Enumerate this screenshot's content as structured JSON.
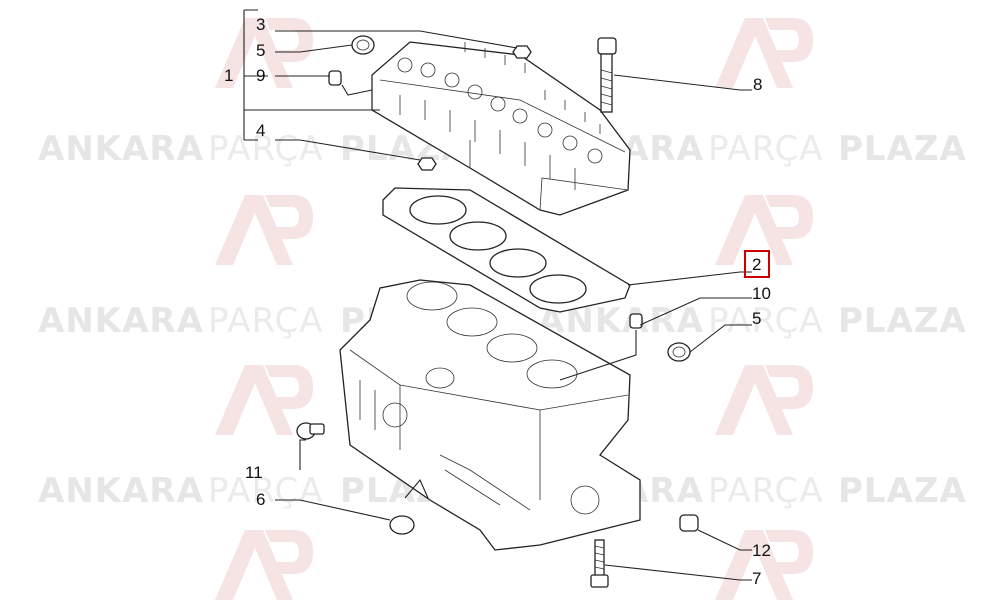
{
  "watermark": {
    "word1": "ANKARA",
    "word2": "PARÇA",
    "word3": "PLAZA"
  },
  "callouts": {
    "c1": "1",
    "c2": "2",
    "c3": "3",
    "c4": "4",
    "c5a": "5",
    "c5b": "5",
    "c6": "6",
    "c7": "7",
    "c8": "8",
    "c9": "9",
    "c10": "10",
    "c11": "11",
    "c12": "12"
  },
  "colors": {
    "highlight_box": "#cc0000",
    "watermark_logo": "#f2dede"
  }
}
